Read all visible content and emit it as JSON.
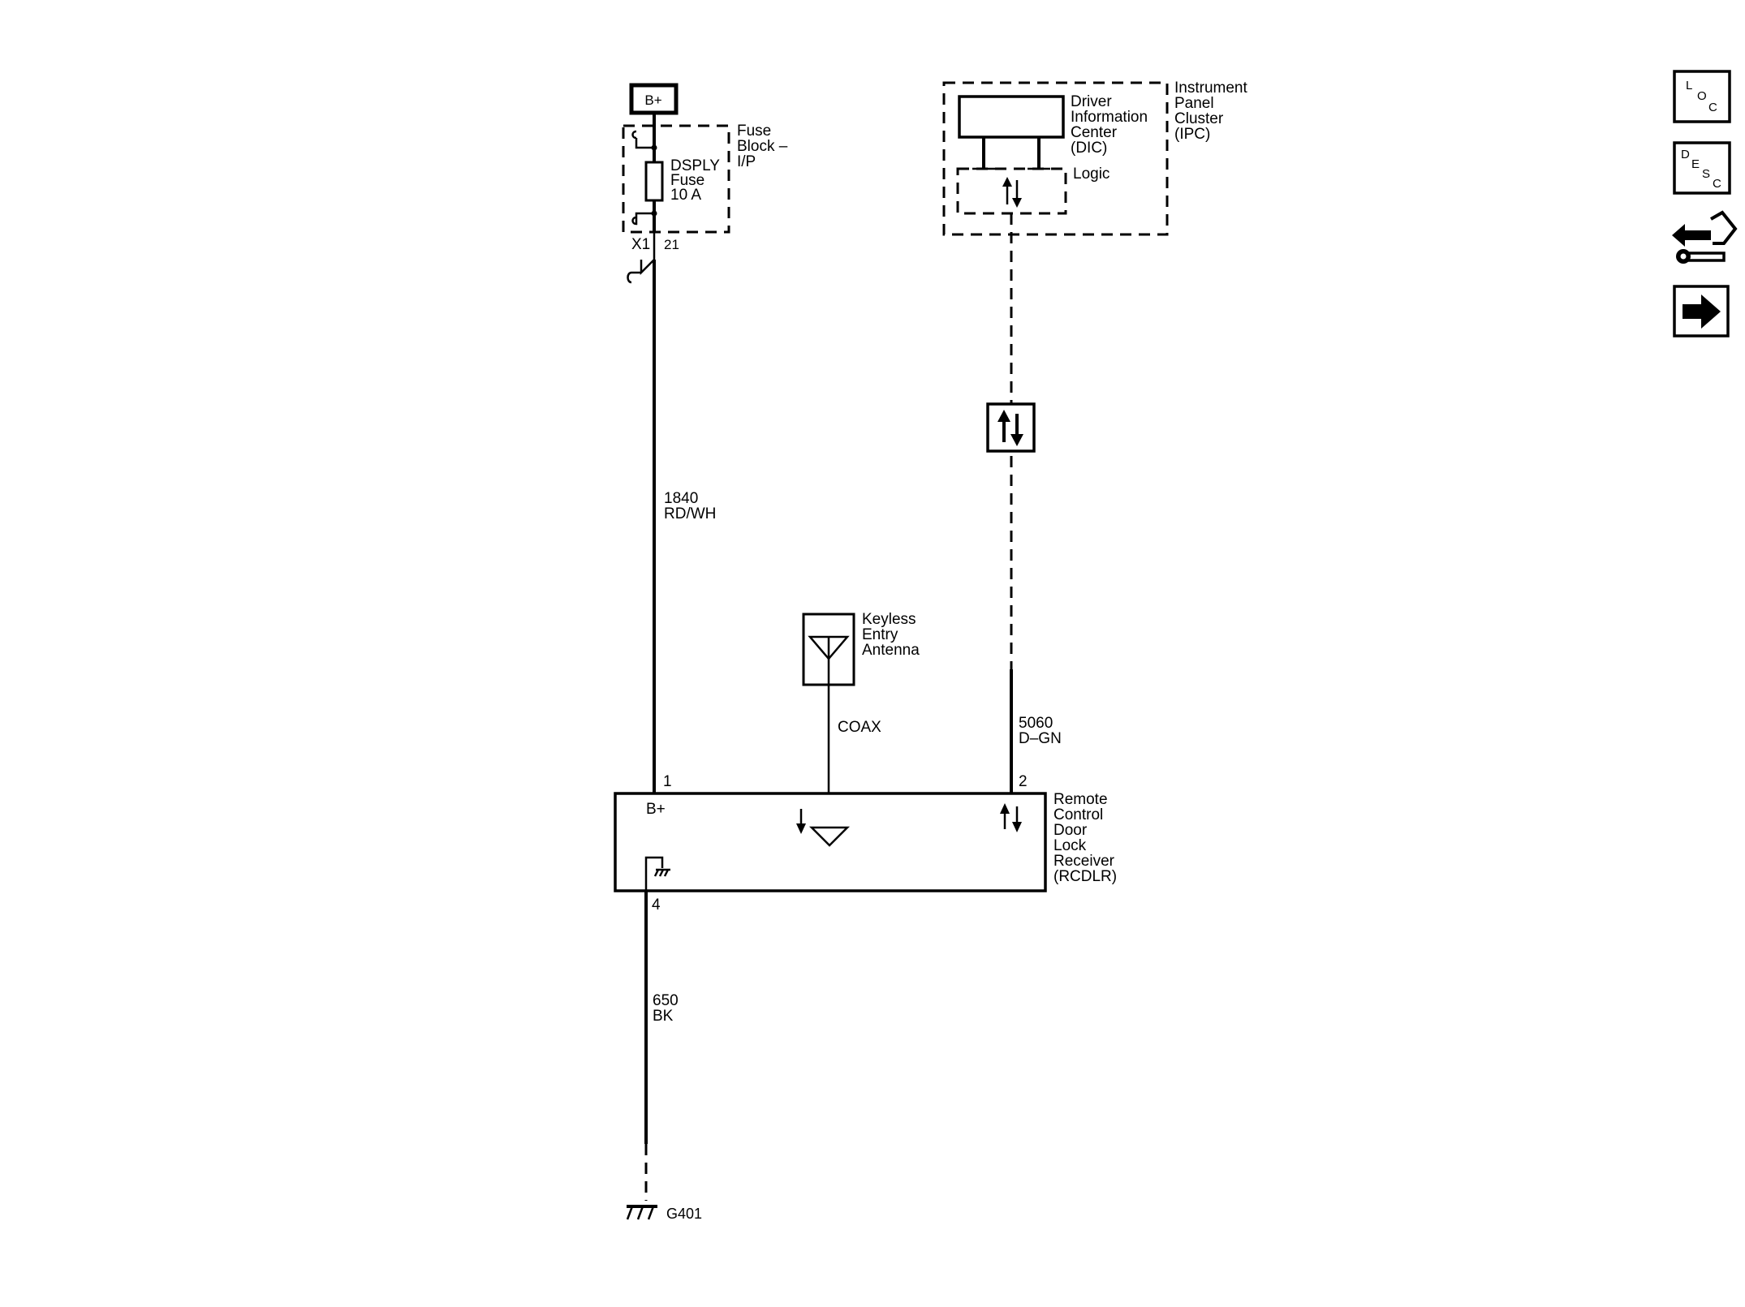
{
  "power": {
    "label": "B+"
  },
  "fuse_block": {
    "name_lines": [
      "Fuse",
      "Block –",
      "I/P"
    ],
    "fuse_lines": [
      "DSPLY",
      "Fuse",
      "10 A"
    ],
    "connector": "X1",
    "pin": "21"
  },
  "ipc": {
    "name_lines": [
      "Instrument",
      "Panel",
      "Cluster",
      "(IPC)"
    ],
    "dic_lines": [
      "Driver",
      "Information",
      "Center",
      "(DIC)"
    ],
    "logic_label": "Logic"
  },
  "antenna": {
    "name_lines": [
      "Keyless",
      "Entry",
      "Antenna"
    ],
    "cable_label": "COAX"
  },
  "wires": {
    "power_circuit": "1840",
    "power_color": "RD/WH",
    "data_circuit": "5060",
    "data_color": "D–GN",
    "ground_circuit": "650",
    "ground_color": "BK"
  },
  "rcdlr": {
    "name_lines": [
      "Remote",
      "Control",
      "Door",
      "Lock",
      "Receiver",
      "(RCDLR)"
    ],
    "pin_power": "1",
    "pin_data": "2",
    "pin_ground": "4",
    "bplus_label": "B+"
  },
  "ground": {
    "label": "G401"
  },
  "side_buttons": {
    "loc": [
      "L",
      "O",
      "C"
    ],
    "desc": [
      "D",
      "E",
      "S",
      "C"
    ]
  }
}
